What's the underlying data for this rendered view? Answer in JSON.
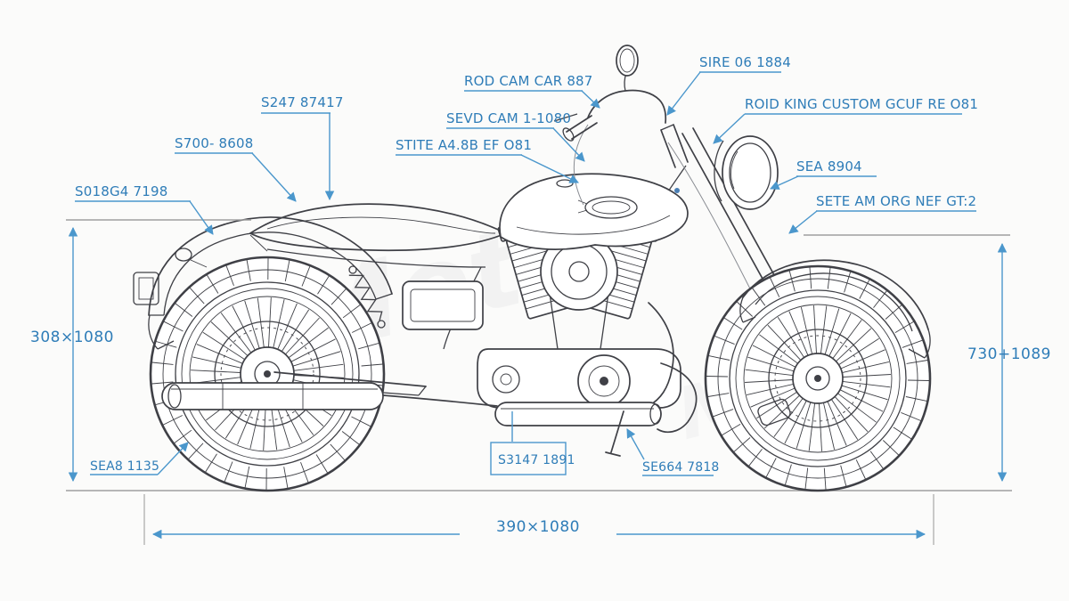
{
  "watermark": "Moto",
  "colors": {
    "accent": "#2f7db8",
    "leader": "#4b97cc",
    "ink": "#3f4046",
    "gray": "#a0a0a0",
    "bg": "#fbfbfa"
  },
  "callouts": {
    "s247": "S247 87417",
    "s700": "S700- 8608",
    "s018": "S018G4 7198",
    "rod_cam": "ROD CAM CAR 887",
    "sevd_cam": "SEVD CAM 1-1080",
    "stite": "STITE A4.8B EF O81",
    "sire": "SIRE 06 1884",
    "roid_king": "ROID KING CUSTOM GCUF RE O81",
    "sea": "SEA 8904",
    "sete": "SETE AM ORG NEF GT:2",
    "sea8": "SEA8 1135",
    "s3147": "S3147 1891",
    "se664": "SE664 7818"
  },
  "dimensions": {
    "left_height": "308×1080",
    "right_height": "730+1089",
    "bottom_length": "390×1080"
  }
}
